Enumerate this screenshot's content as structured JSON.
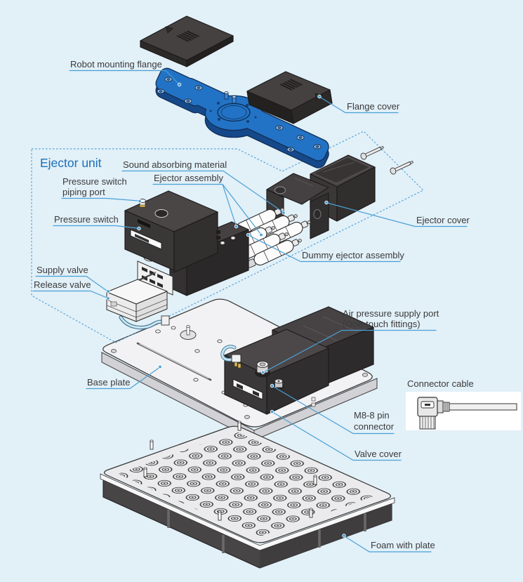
{
  "diagram": {
    "title": "Ejector unit",
    "labels": {
      "robot_mounting_flange": "Robot mounting flange",
      "flange_cover": "Flange cover",
      "sound_absorbing_material": "Sound absorbing material",
      "ejector_assembly": "Ejector assembly",
      "pressure_switch_piping_port_1": "Pressure switch",
      "pressure_switch_piping_port_2": "piping port",
      "pressure_switch": "Pressure switch",
      "ejector_cover": "Ejector cover",
      "dummy_ejector_assembly": "Dummy ejector assembly",
      "supply_valve": "Supply valve",
      "release_valve": "Release valve",
      "air_pressure_supply_port_1": "Air pressure supply port",
      "air_pressure_supply_port_2": "(One-touch fittings)",
      "base_plate": "Base plate",
      "m8_pin_connector_1": "M8-8 pin",
      "m8_pin_connector_2": "connector",
      "valve_cover": "Valve cover",
      "connector_cable": "Connector cable",
      "foam_with_plate": "Foam with plate"
    },
    "colors": {
      "background": "#e2f0f8",
      "leader_blue": "#4aa0d5",
      "dashed_blue": "#56a5d6",
      "flange_blue": "#2273c5",
      "part_dark": "#3e3b3c",
      "text": "#3a3a3a",
      "title_blue": "#1b70b8"
    }
  }
}
